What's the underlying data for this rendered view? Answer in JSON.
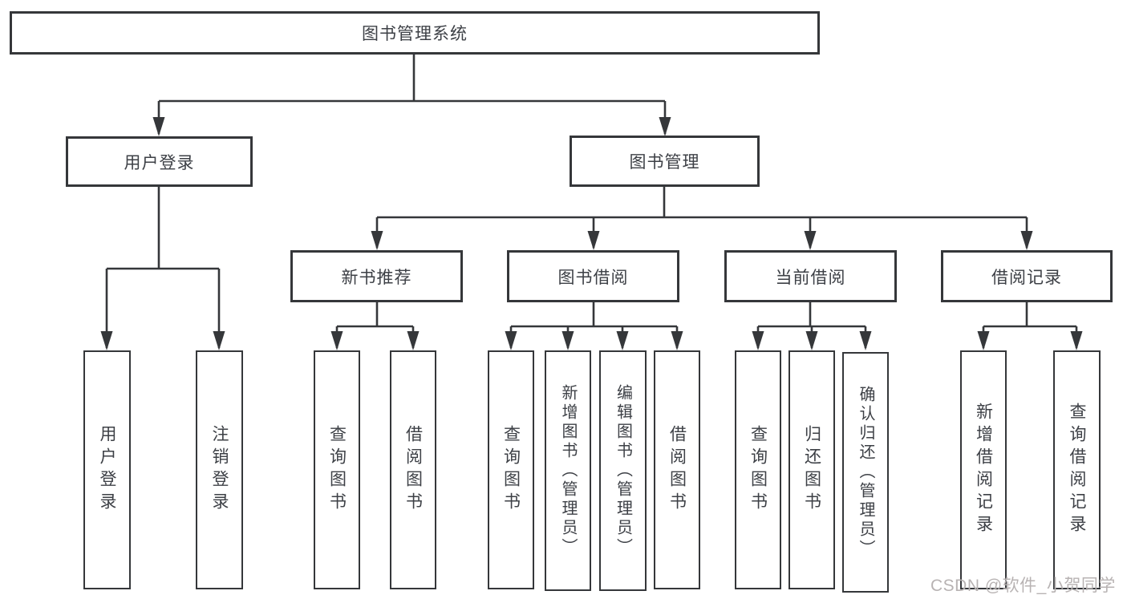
{
  "diagram": {
    "root": {
      "label": "图书管理系统"
    },
    "user_login": {
      "label": "用户登录",
      "children": [
        {
          "label": "用户登录"
        },
        {
          "label": "注销登录"
        }
      ]
    },
    "book_management": {
      "label": "图书管理",
      "sections": [
        {
          "label": "新书推荐",
          "children": [
            {
              "label": "查询图书"
            },
            {
              "label": "借阅图书"
            }
          ]
        },
        {
          "label": "图书借阅",
          "children": [
            {
              "label": "查询图书"
            },
            {
              "label": "新增图书（管理员）"
            },
            {
              "label": "编辑图书（管理员）"
            },
            {
              "label": "借阅图书"
            }
          ]
        },
        {
          "label": "当前借阅",
          "children": [
            {
              "label": "查询图书"
            },
            {
              "label": "归还图书"
            },
            {
              "label": "确认归还（管理员）"
            }
          ]
        },
        {
          "label": "借阅记录",
          "children": [
            {
              "label": "新增借阅记录"
            },
            {
              "label": "查询借阅记录"
            }
          ]
        }
      ]
    },
    "watermark": "CSDN @软件_小贺同学",
    "colors": {
      "line": "#35373a",
      "box_border": "#35373a",
      "text": "#3d4046",
      "watermark": "#b8b3b3",
      "background": "#ffffff"
    }
  }
}
